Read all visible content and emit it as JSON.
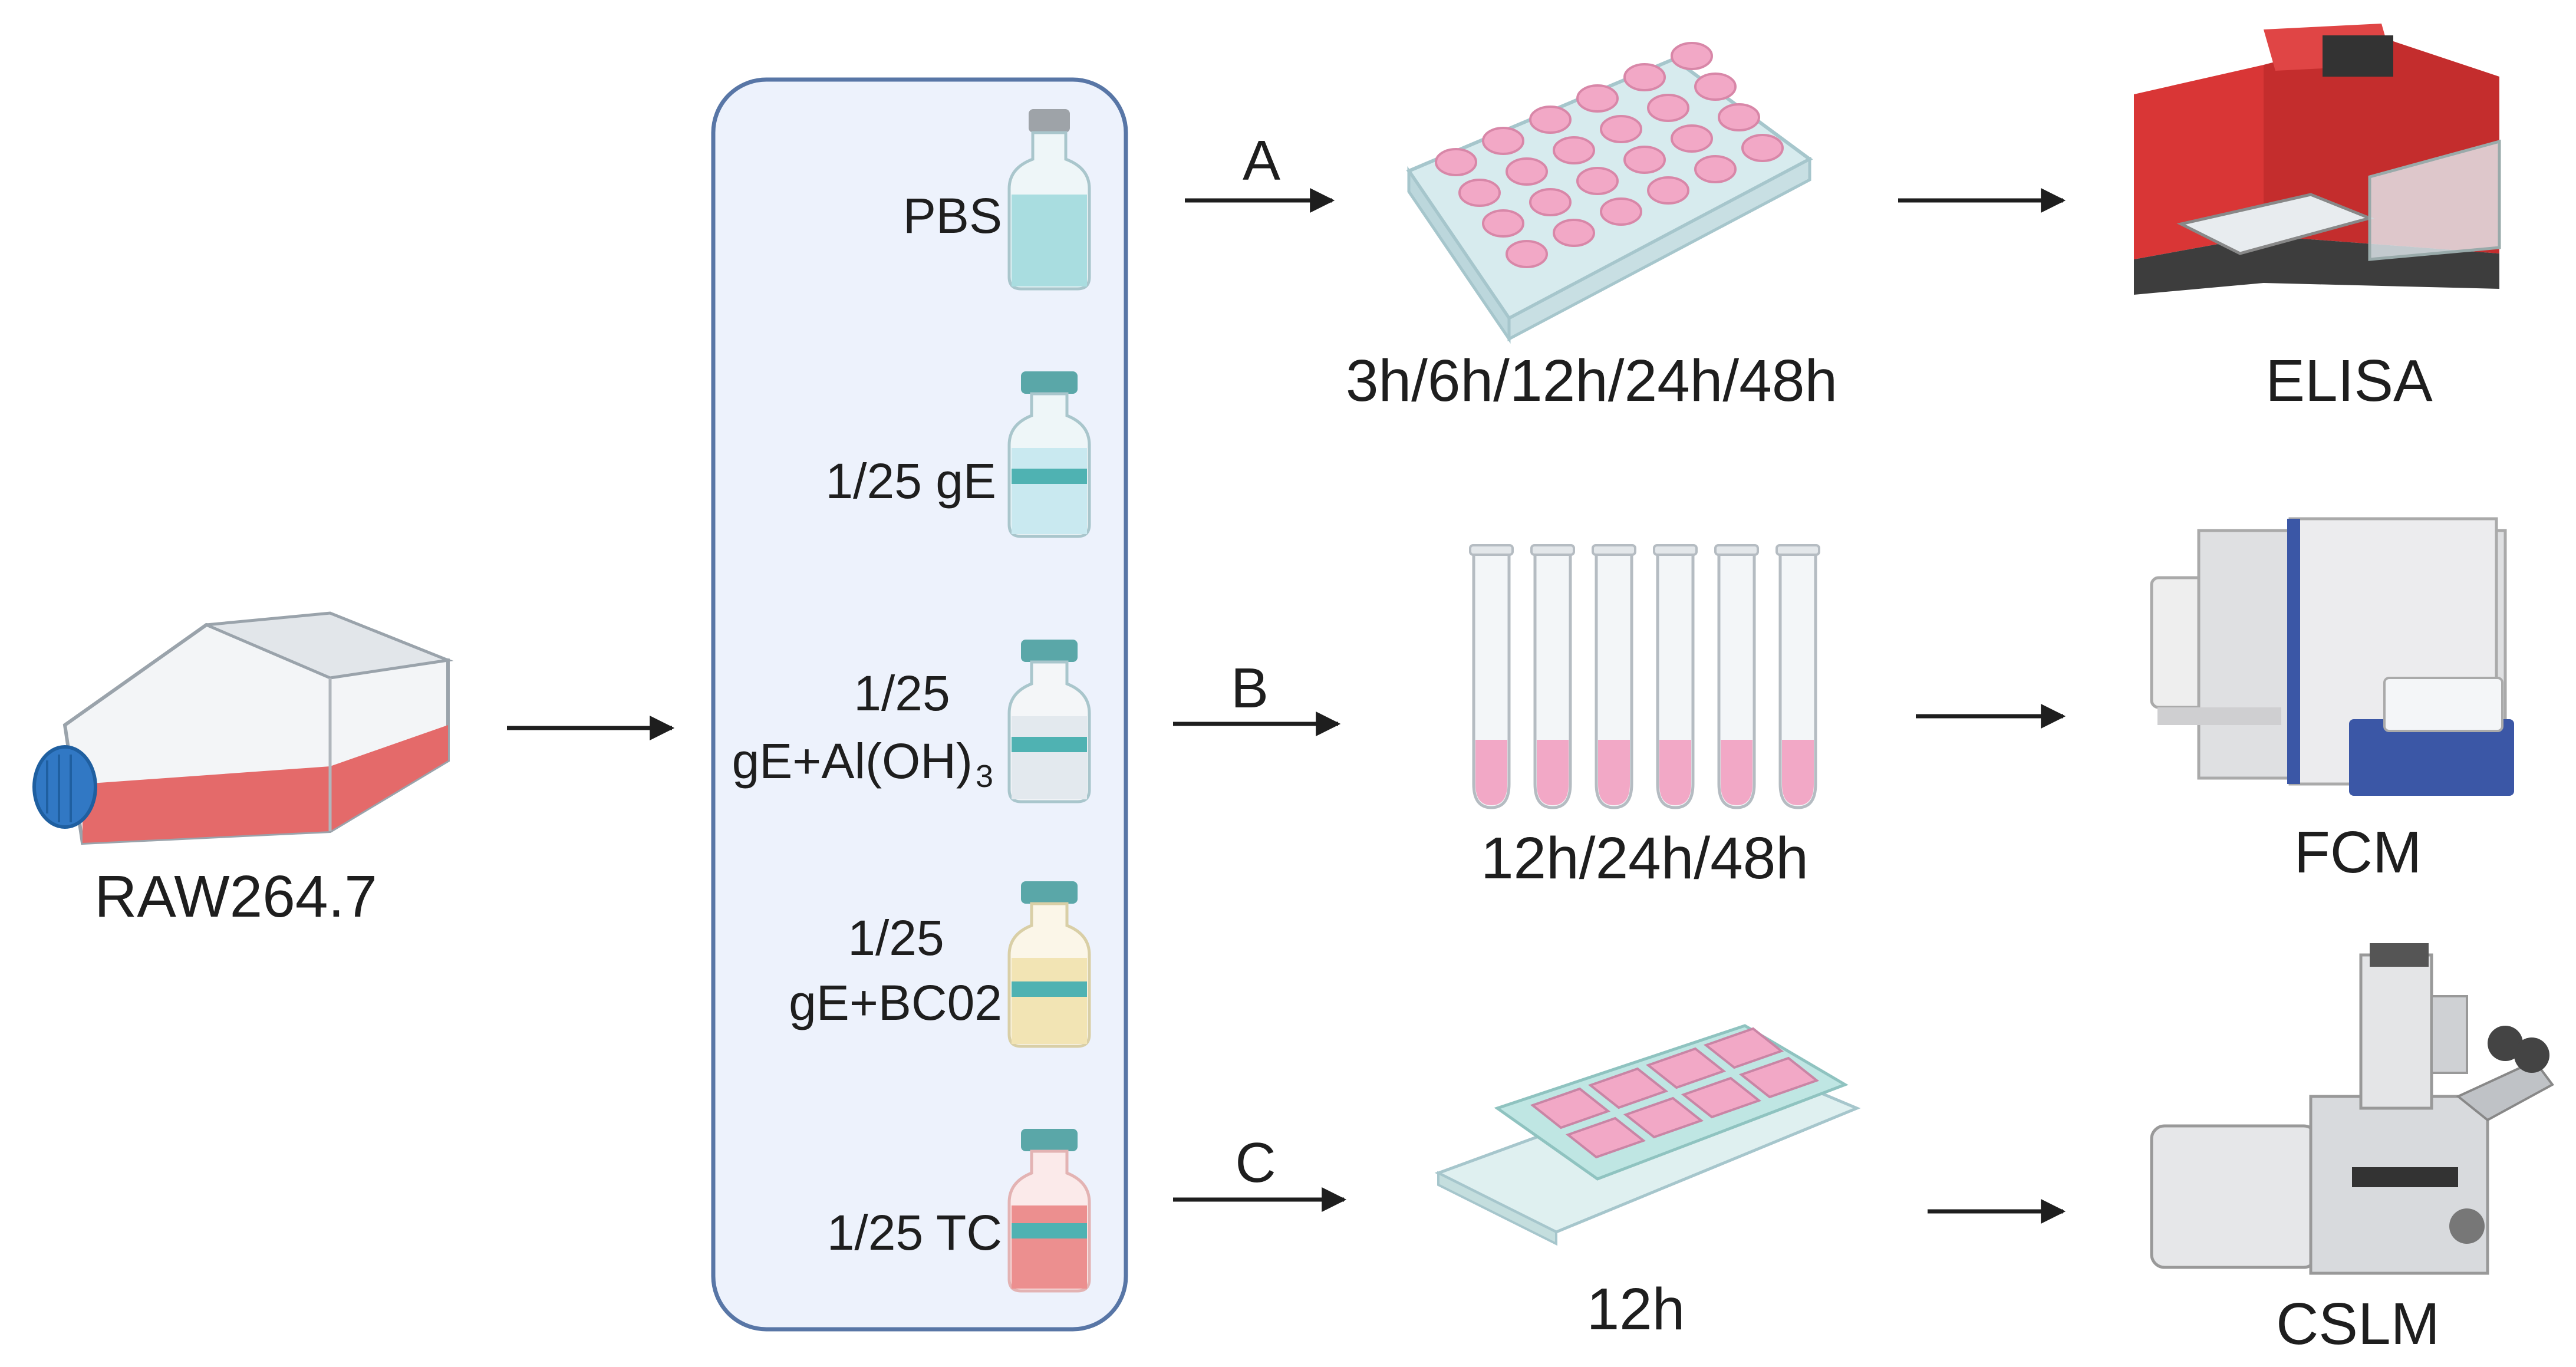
{
  "cells": {
    "label": "RAW264.7"
  },
  "treatments": [
    {
      "label": "PBS"
    },
    {
      "label": "1/25 gE"
    },
    {
      "label_line1": "1/25",
      "label_line2": "gE+Al(OH)",
      "label_sub": "3"
    },
    {
      "label_line1": "1/25",
      "label_line2": "gE+BC02"
    },
    {
      "label": "1/25 TC"
    }
  ],
  "branches": [
    {
      "letter": "A",
      "timepoints": "3h/6h/12h/24h/48h",
      "assay": "ELISA"
    },
    {
      "letter": "B",
      "timepoints": "12h/24h/48h",
      "assay": "FCM"
    },
    {
      "letter": "C",
      "timepoints": "12h",
      "assay": "CSLM"
    }
  ],
  "colors": {
    "panel_bg": "#edf2fc",
    "panel_border": "#5876a6",
    "flask_medium": "#e46a6a",
    "flask_cap": "#3178c4",
    "plate_well": "#f2a8c6",
    "elisa_red": "#d93636",
    "fcm_blue": "#3b57a6",
    "vial_cap": "#5aa7a8"
  },
  "icons": [
    "culture-flask-icon",
    "vial-icon",
    "well-plate-icon",
    "test-tube-icon",
    "chamber-slide-icon",
    "elisa-reader-icon",
    "flow-cytometer-icon",
    "confocal-microscope-icon"
  ]
}
